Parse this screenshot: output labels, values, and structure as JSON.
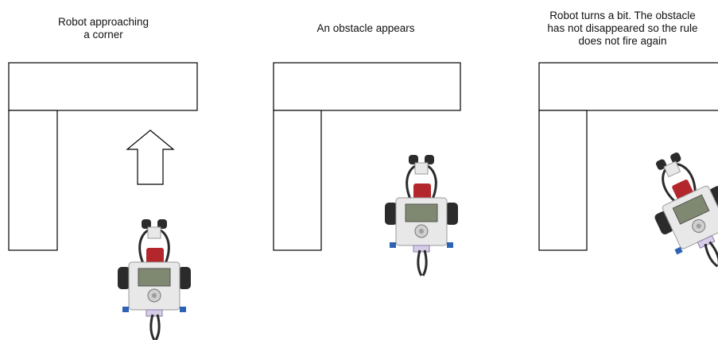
{
  "panels": [
    {
      "caption_lines": [
        "Robot approaching",
        "a corner"
      ]
    },
    {
      "caption_lines": [
        "An obstacle appears"
      ]
    },
    {
      "caption_lines": [
        "Robot turns a bit.  The obstacle",
        "has not disappeared so the rule",
        "does not fire again"
      ]
    }
  ],
  "colors": {
    "wall_fill": "#ffffff",
    "wall_stroke": "#000000",
    "robot_body": "#e8e8e8",
    "robot_dark": "#2b2b2b",
    "robot_red": "#b3262b",
    "robot_blue": "#2d62b5",
    "robot_screen": "#7f8870"
  },
  "icons": [
    "up-arrow-icon",
    "robot-icon"
  ]
}
